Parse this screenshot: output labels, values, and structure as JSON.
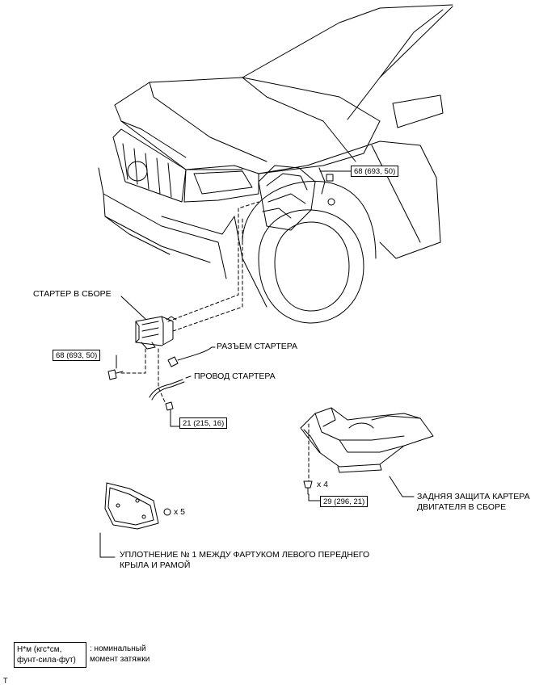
{
  "labels": {
    "starter_assembly": "СТАРТЕР В СБОРЕ",
    "starter_connector": "РАЗЪЕМ СТАРТЕРА",
    "starter_wire": "ПРОВОД СТАРТЕРА",
    "rear_guard_line1": "ЗАДНЯЯ ЗАЩИТА КАРТЕРА",
    "rear_guard_line2": "ДВИГАТЕЛЯ В СБОРЕ",
    "seal_line1": "УПЛОТНЕНИЕ № 1 МЕЖДУ ФАРТУКОМ ЛЕВОГО ПЕРЕДНЕГО",
    "seal_line2": "КРЫЛА И РАМОЙ",
    "qty_clips": "x 5",
    "qty_bolts": "x 4"
  },
  "torques": {
    "upper_bolt": "68 (693, 50)",
    "starter_bolt": "68 (693, 50)",
    "wire_nut": "21 (215, 16)",
    "guard_bolt": "29 (296, 21)"
  },
  "legend": {
    "unit_line1": "Н*м (кгс*см,",
    "unit_line2": "фунт-сила-фут)",
    "desc_line1": ": номинальный",
    "desc_line2": "момент затяжки"
  },
  "corner_mark": "T"
}
